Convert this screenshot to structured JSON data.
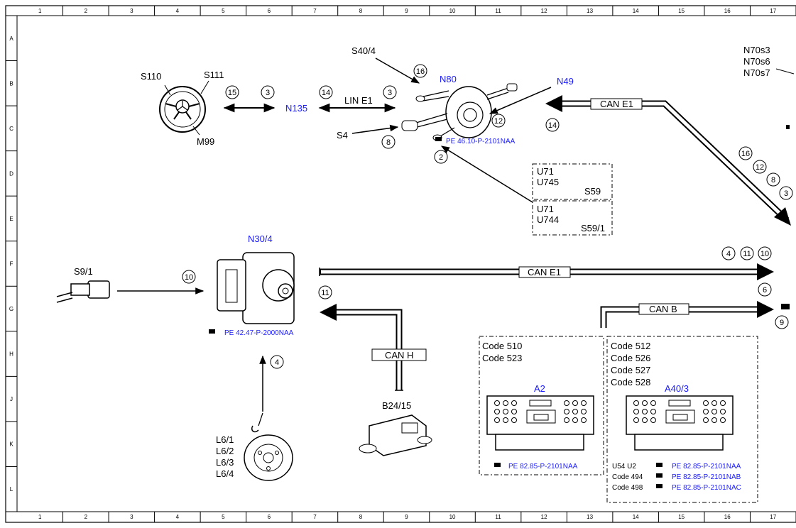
{
  "grid": {
    "columns": [
      "1",
      "2",
      "3",
      "4",
      "5",
      "6",
      "7",
      "8",
      "9",
      "10",
      "11",
      "12",
      "13",
      "14",
      "15",
      "16",
      "17"
    ],
    "rows": [
      "A",
      "B",
      "C",
      "D",
      "E",
      "F",
      "G",
      "H",
      "J",
      "K",
      "L"
    ]
  },
  "components": {
    "s110": "S110",
    "s111": "S111",
    "m99": "M99",
    "n135": "N135",
    "s40_4": "S40/4",
    "n80": "N80",
    "n49": "N49",
    "s4": "S4",
    "n70": [
      "N70s3",
      "N70s6",
      "N70s7"
    ],
    "n30_4": "N30/4",
    "s9_1": "S9/1",
    "b24_15": "B24/15",
    "l6": [
      "L6/1",
      "L6/2",
      "L6/3",
      "L6/4"
    ],
    "a2": "A2",
    "a40_3": "A40/3"
  },
  "buses": {
    "lin_e1": "LIN E1",
    "can_e1_top": "CAN E1",
    "can_e1_mid": "CAN E1",
    "can_b": "CAN B",
    "can_h": "CAN H"
  },
  "box_s59": {
    "lines": [
      "U71",
      "U745"
    ],
    "name": "S59"
  },
  "box_s59_1": {
    "lines": [
      "U71",
      "U744"
    ],
    "name": "S59/1"
  },
  "codes_a2": [
    "Code 510",
    "Code 523"
  ],
  "codes_a40": [
    "Code 512",
    "Code 526",
    "Code 527",
    "Code 528"
  ],
  "refs": {
    "n80": "PE 46.10-P-2101NAA",
    "n30": "PE 42.47-P-2000NAA",
    "a2": "PE 82.85-P-2101NAA",
    "a40": [
      {
        "label": "U54    U2",
        "ref": "PE 82.85-P-2101NAA"
      },
      {
        "label": "Code 494",
        "ref": "PE 82.85-P-2101NAB"
      },
      {
        "label": "Code 498",
        "ref": "PE 82.85-P-2101NAC"
      }
    ]
  },
  "callouts": {
    "c15": "15",
    "c3a": "3",
    "c14a": "14",
    "c3b": "3",
    "c16a": "16",
    "c12a": "12",
    "c8a": "8",
    "c2": "2",
    "c14b": "14",
    "c16b": "16",
    "c12b": "12",
    "c8b": "8",
    "c3c": "3",
    "c4a": "4",
    "c11a": "11",
    "c10a": "10",
    "c10b": "10",
    "c11b": "11",
    "c6": "6",
    "c9": "9",
    "c4b": "4"
  },
  "colors": {
    "blue_label": "#1a1aff",
    "line": "#000000"
  }
}
